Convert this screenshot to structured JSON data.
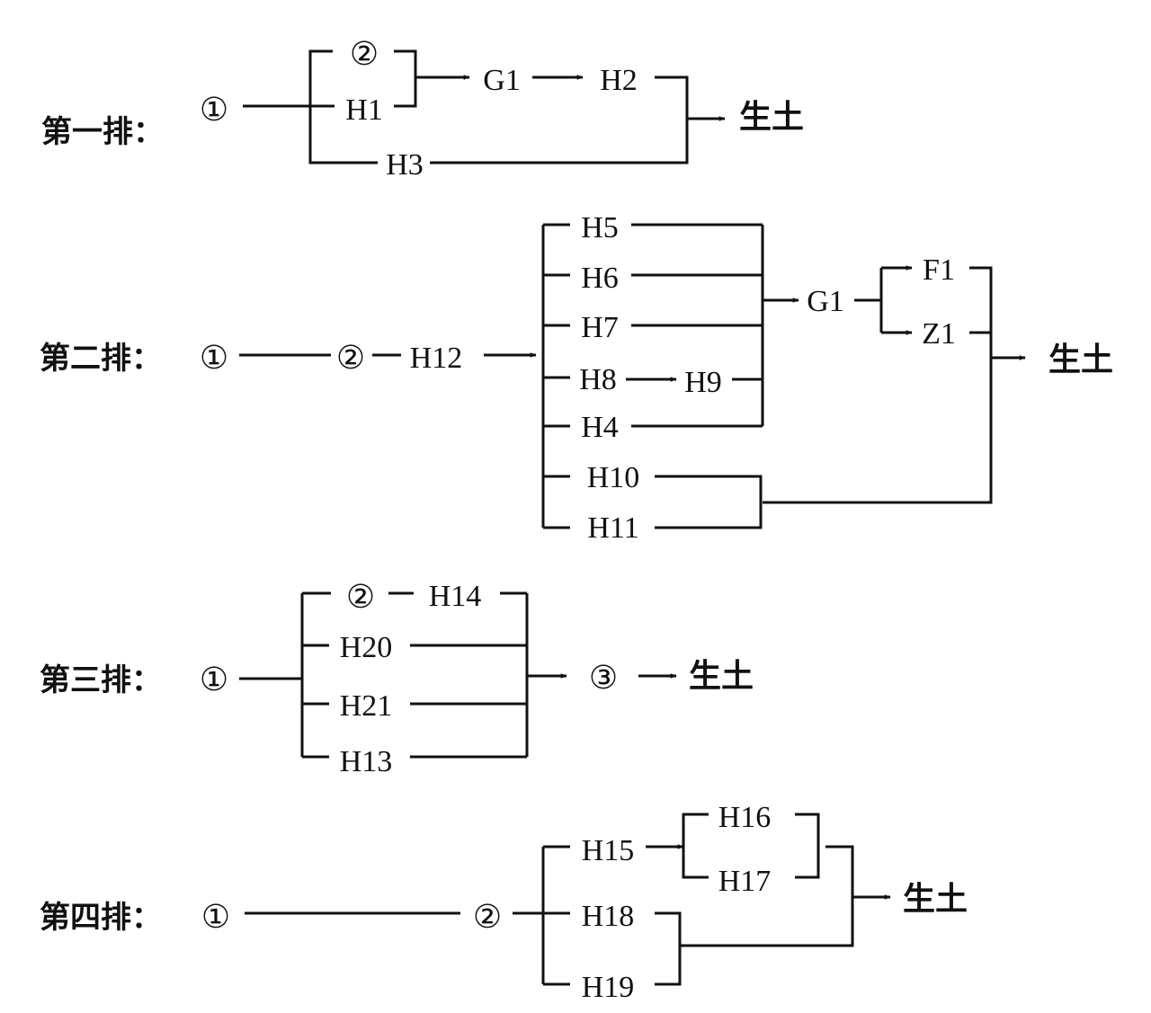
{
  "rows": [
    {
      "label": "第一排：",
      "nodes": {
        "c1": "①",
        "c2": "②",
        "h1": "H1",
        "g1": "G1",
        "h2": "H2",
        "h3": "H3"
      },
      "end": "生土"
    },
    {
      "label": "第二排：",
      "nodes": {
        "c1": "①",
        "c2": "②",
        "h12": "H12",
        "h5": "H5",
        "h6": "H6",
        "h7": "H7",
        "h8": "H8",
        "h9": "H9",
        "h4": "H4",
        "h10": "H10",
        "h11": "H11",
        "g1": "G1",
        "f1": "F1",
        "z1": "Z1"
      },
      "end": "生土"
    },
    {
      "label": "第三排：",
      "nodes": {
        "c1": "①",
        "c2": "②",
        "h14": "H14",
        "h20": "H20",
        "h21": "H21",
        "h13": "H13",
        "c3": "③"
      },
      "end": "生土"
    },
    {
      "label": "第四排：",
      "nodes": {
        "c1": "①",
        "c2": "②",
        "h15": "H15",
        "h16": "H16",
        "h17": "H17",
        "h18": "H18",
        "h19": "H19"
      },
      "end": "生土"
    }
  ]
}
